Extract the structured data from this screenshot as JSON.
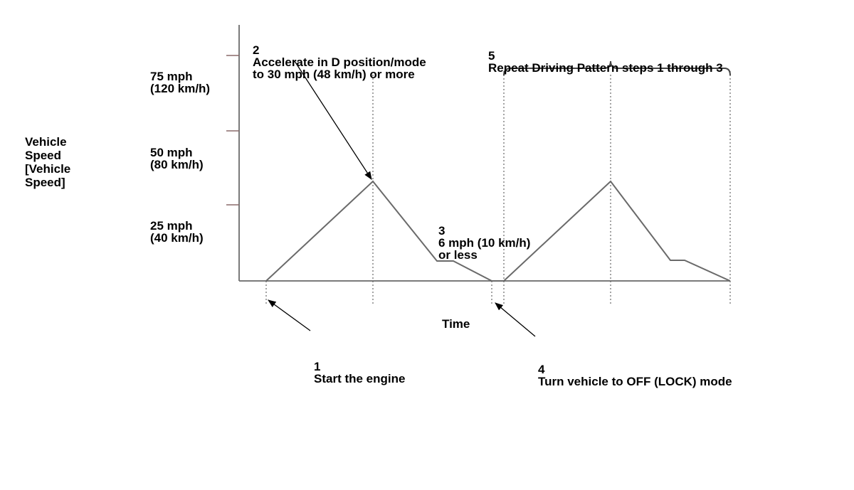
{
  "y_axis": {
    "title": [
      "Vehicle",
      "Speed",
      "[Vehicle",
      "Speed]"
    ],
    "ticks": [
      {
        "mph": "75 mph",
        "kmh": "(120 km/h)"
      },
      {
        "mph": "50 mph",
        "kmh": "(80 km/h)"
      },
      {
        "mph": "25 mph",
        "kmh": "(40 km/h)"
      }
    ]
  },
  "x_axis": {
    "title": "Time"
  },
  "steps": [
    {
      "num": "1",
      "lines": [
        "Start the engine"
      ]
    },
    {
      "num": "2",
      "lines": [
        "Accelerate in D position/mode",
        "to 30 mph (48 km/h) or more"
      ]
    },
    {
      "num": "3",
      "lines": [
        "6 mph (10 km/h)",
        "or less"
      ]
    },
    {
      "num": "4",
      "lines": [
        "Turn vehicle to OFF (LOCK) mode"
      ]
    },
    {
      "num": "5",
      "lines": [
        "Repeat Driving Pattern steps 1 through 3"
      ]
    }
  ],
  "colors": {
    "curve": "#6a6a6a",
    "axis": "#7a7a7a",
    "tick": "#8a6a6a",
    "text": "#000000"
  }
}
